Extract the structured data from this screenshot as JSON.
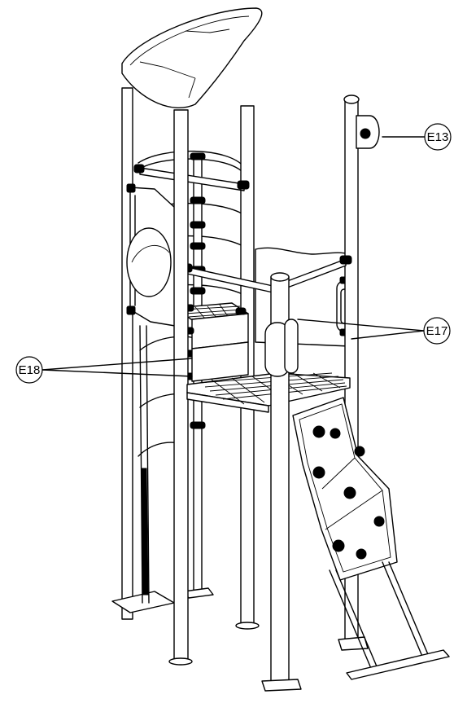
{
  "drawing": {
    "callouts": [
      {
        "id": "e13",
        "label": "E13"
      },
      {
        "id": "e17",
        "label": "E17"
      },
      {
        "id": "e18",
        "label": "E18"
      }
    ]
  }
}
